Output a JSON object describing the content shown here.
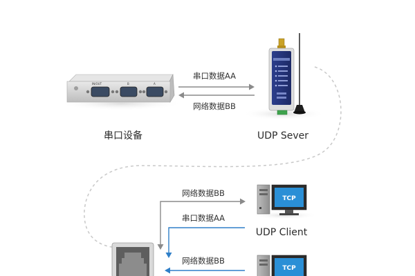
{
  "devices": {
    "serial_device": {
      "label": "串口设备",
      "port_labels": [
        "IN/OUT",
        "B",
        "A"
      ]
    },
    "udp_server": {
      "label": "UDP Sever"
    },
    "udp_client": {
      "label": "UDP Client",
      "screen_text": "TCP"
    },
    "pc_bottom": {
      "screen_text": "TCP"
    }
  },
  "links": {
    "top_to_server": "串口数据AA",
    "server_to_serial": "网络数据BB",
    "client_inbound": "网络数据BB",
    "client_outbound": "串口数据AA",
    "bottom_inbound": "网络数据BB"
  },
  "colors": {
    "arrow_gray": "#8a8a8a",
    "arrow_blue": "#2f7fc8",
    "screen_blue": "#2a8fd6",
    "dashed": "#c8c8c8"
  }
}
